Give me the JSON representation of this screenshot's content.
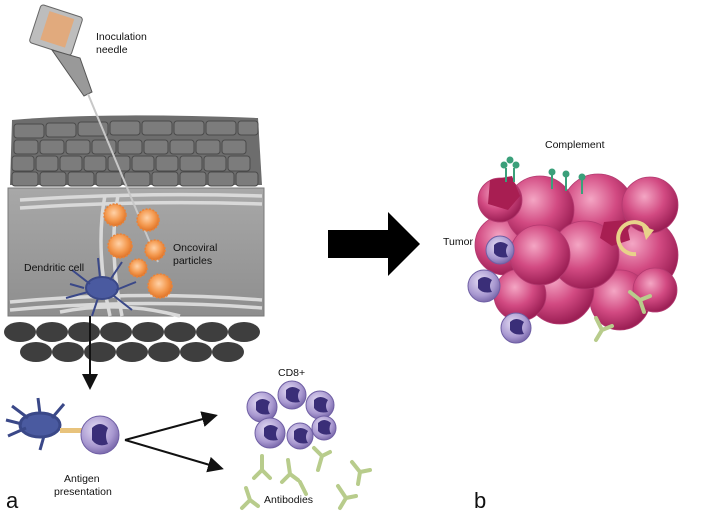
{
  "labels": {
    "inoculation_line1": "Inoculation",
    "inoculation_line2": "needle",
    "dendritic_cell": "Dendritic cell",
    "oncoviral_line1": "Oncoviral",
    "oncoviral_line2": "particles",
    "complement": "Complement",
    "tumor": "Tumor",
    "cd8": "CD8+",
    "antigen_line1": "Antigen",
    "antigen_line2": "presentation",
    "antibodies": "Antibodies"
  },
  "panels": {
    "a": "a",
    "b": "b"
  },
  "colors": {
    "skin_gray": "#a9a9a9",
    "tissue_gray": "#9a9a9a",
    "oncovirus_orange": "#f08a3c",
    "dendritic_blue": "#4a5aa0",
    "lymphocyte_purple": "#8a78b8",
    "tumor_pink": "#c4306a",
    "complement_green": "#3aa07a",
    "antibody_green": "#b8cc8c",
    "arrow_black": "#000000"
  }
}
